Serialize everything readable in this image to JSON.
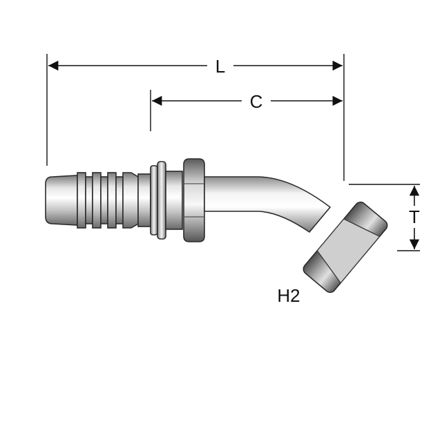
{
  "dimensions": {
    "length_label": "L",
    "cutoff_label": "C",
    "thread_label": "T",
    "hex_label": "H2"
  },
  "colors": {
    "line": "#111111",
    "metal_dark": "#6e6e6e",
    "metal_mid": "#bdbdbd",
    "metal_light": "#f2f2f2",
    "nut_dark": "#4a4a4a",
    "nut_light": "#c8c8c8"
  }
}
